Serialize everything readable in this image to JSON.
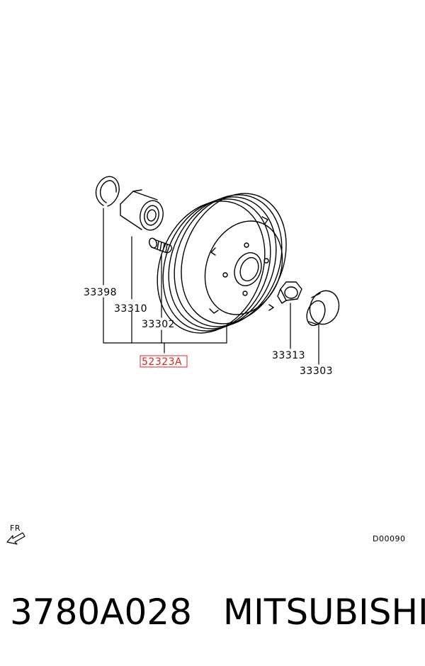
{
  "diagram": {
    "parts": [
      {
        "key": "snap_ring",
        "label": "33398"
      },
      {
        "key": "bearing",
        "label": "33310"
      },
      {
        "key": "stud_bolt",
        "label": "33302"
      },
      {
        "key": "drum_assembly",
        "label": "52323A",
        "highlight_color": "#e02020"
      },
      {
        "key": "nut",
        "label": "33313"
      },
      {
        "key": "cap",
        "label": "33303"
      }
    ],
    "direction_label": "FR",
    "figure_code": "D00090"
  },
  "caption": {
    "part_number": "3780A028",
    "brand": "MITSUBISHI"
  }
}
